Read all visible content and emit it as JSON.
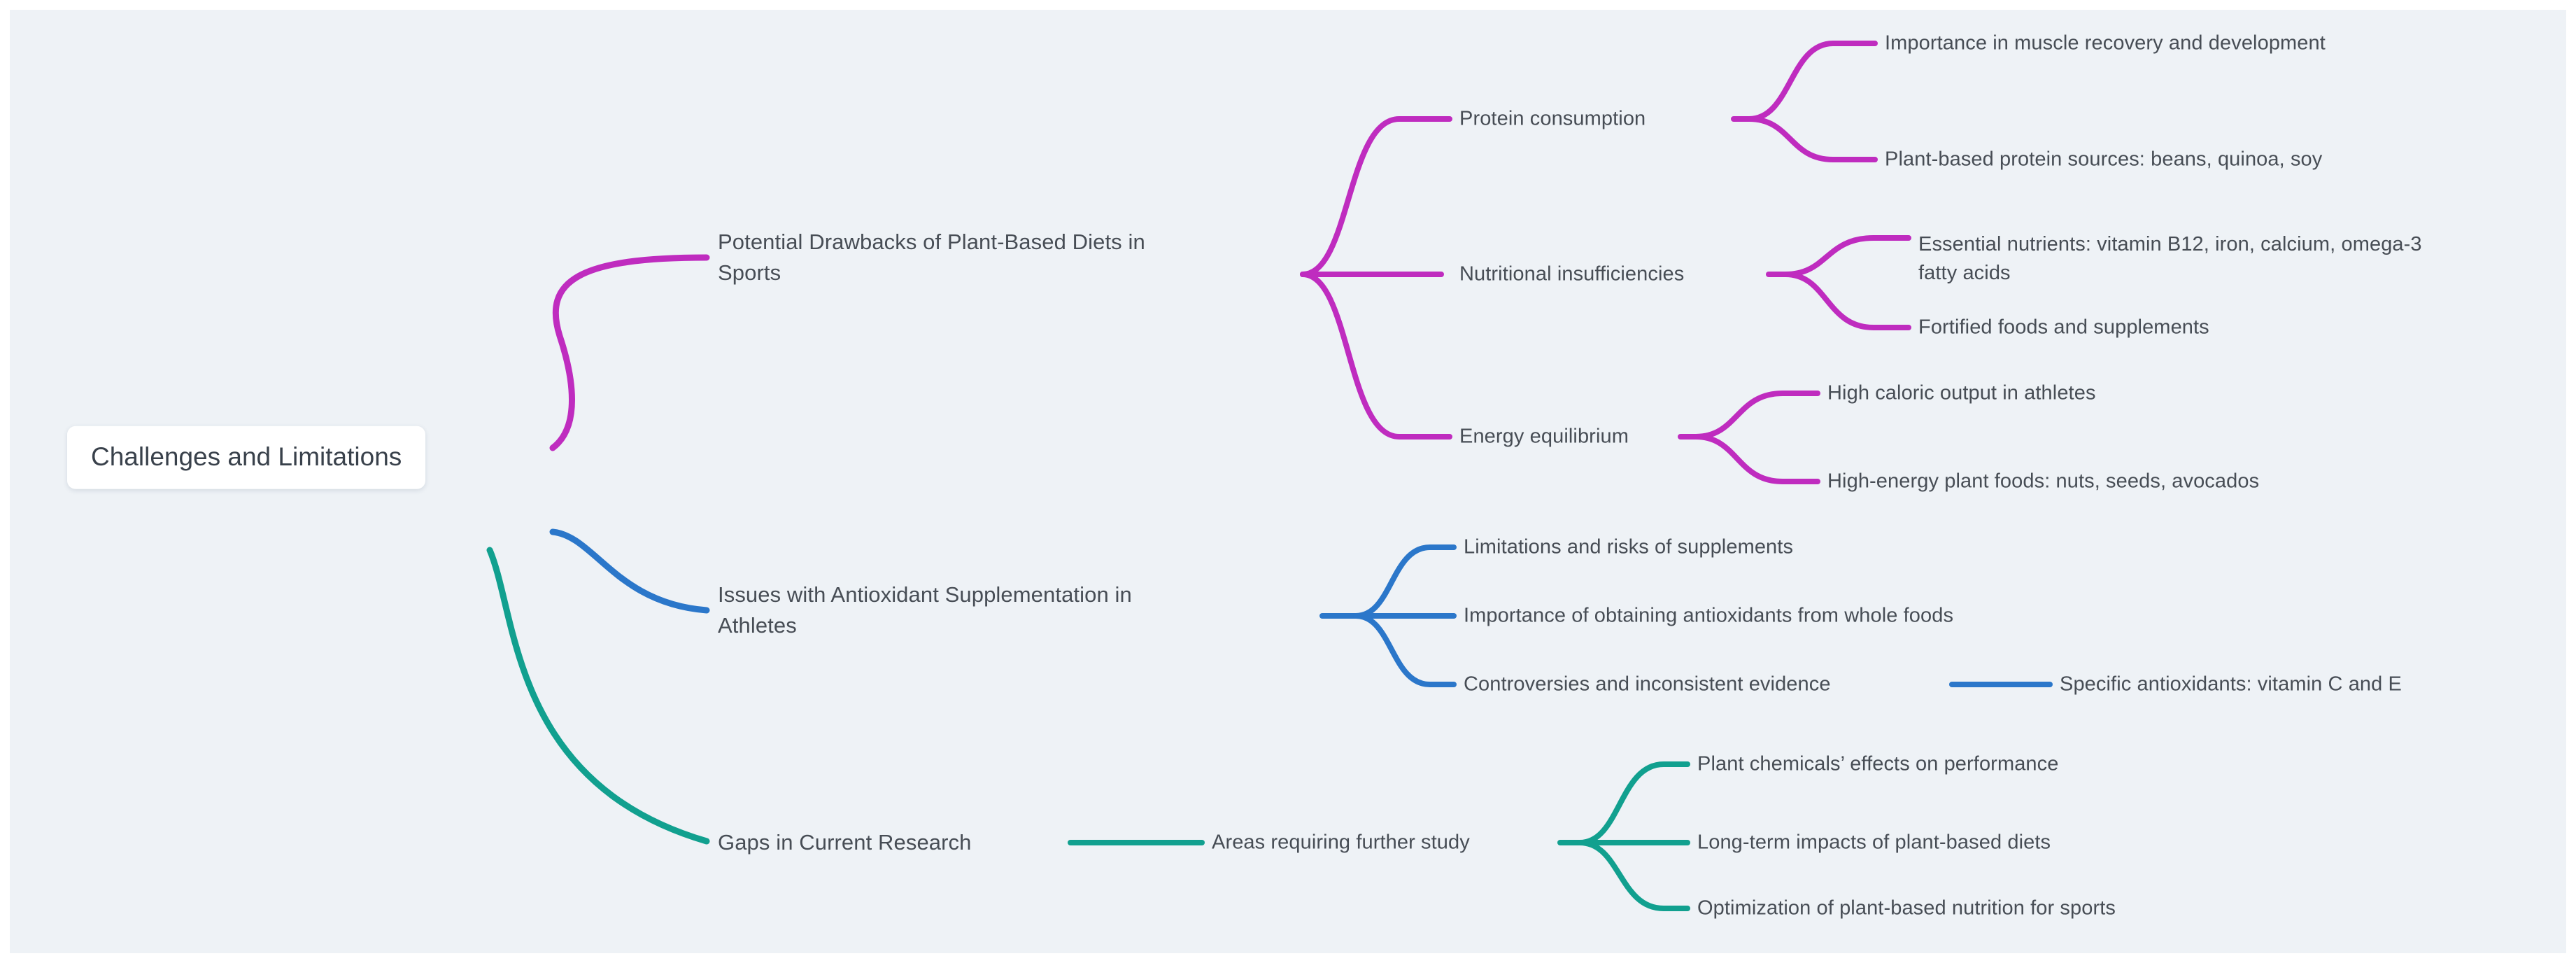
{
  "canvas": {
    "background_color": "#eef2f6",
    "page_background_color": "#ffffff",
    "text_color": "#474d55"
  },
  "root": {
    "label": "Challenges and Limitations",
    "box_color": "#ffffff",
    "text_color": "#39414b"
  },
  "branches": [
    {
      "id": "drawbacks",
      "color": "#bf2cbf",
      "label": "Potential Drawbacks of Plant-Based Diets in\nSports",
      "children": [
        {
          "label": "Protein consumption",
          "children": [
            {
              "label": "Importance in muscle recovery and development"
            },
            {
              "label": "Plant-based protein sources: beans, quinoa, soy"
            }
          ]
        },
        {
          "label": "Nutritional insufficiencies",
          "children": [
            {
              "label": "Essential nutrients: vitamin B12, iron, calcium, omega-3\nfatty acids"
            },
            {
              "label": "Fortified foods and supplements"
            }
          ]
        },
        {
          "label": "Energy equilibrium",
          "children": [
            {
              "label": "High caloric output in athletes"
            },
            {
              "label": "High-energy plant foods: nuts, seeds, avocados"
            }
          ]
        }
      ]
    },
    {
      "id": "antioxidant",
      "color": "#2b77ca",
      "label": "Issues with Antioxidant Supplementation in\nAthletes",
      "children": [
        {
          "label": "Limitations and risks of supplements",
          "children": []
        },
        {
          "label": "Importance of obtaining antioxidants from whole foods",
          "children": []
        },
        {
          "label": "Controversies and inconsistent evidence",
          "children": [
            {
              "label": "Specific antioxidants: vitamin C and E"
            }
          ]
        }
      ]
    },
    {
      "id": "gaps",
      "color": "#11a08f",
      "label": "Gaps in Current Research",
      "children": [
        {
          "label": "Areas requiring further study",
          "children": [
            {
              "label": "Plant chemicals’ effects on performance"
            },
            {
              "label": "Long-term impacts of plant-based diets"
            },
            {
              "label": "Optimization of plant-based nutrition for sports"
            }
          ]
        }
      ]
    }
  ]
}
